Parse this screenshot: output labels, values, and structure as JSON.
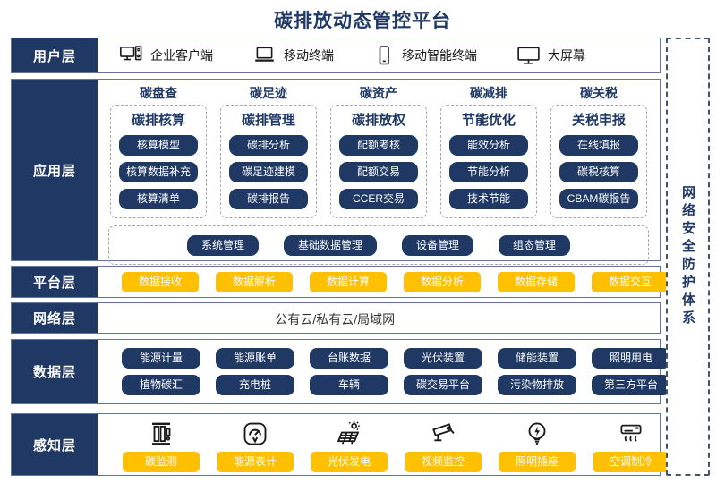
{
  "title": "碳排放动态管控平台",
  "colors": {
    "navy": "#1F3864",
    "yellow": "#FFC000",
    "border": "#64779E"
  },
  "layers": {
    "user": {
      "label": "用户层",
      "items": [
        {
          "icon": "desktop-icon",
          "label": "企业客户端"
        },
        {
          "icon": "laptop-icon",
          "label": "移动终端"
        },
        {
          "icon": "smartphone-icon",
          "label": "移动智能终端"
        },
        {
          "icon": "big-screen-icon",
          "label": "大屏幕"
        }
      ]
    },
    "application": {
      "label": "应用层",
      "columns": [
        {
          "header": "碳盘查",
          "subtitle": "碳排核算",
          "buttons": [
            "核算模型",
            "核算数据补充",
            "核算清单"
          ]
        },
        {
          "header": "碳足迹",
          "subtitle": "碳排管理",
          "buttons": [
            "碳排分析",
            "碳足迹建模",
            "碳排报告"
          ]
        },
        {
          "header": "碳资产",
          "subtitle": "碳排放权",
          "buttons": [
            "配额考核",
            "配额交易",
            "CCER交易"
          ]
        },
        {
          "header": "碳减排",
          "subtitle": "节能优化",
          "buttons": [
            "能效分析",
            "节能分析",
            "技术节能"
          ]
        },
        {
          "header": "碳关税",
          "subtitle": "关税申报",
          "buttons": [
            "在线填报",
            "碳税核算",
            "CBAM碳报告"
          ]
        }
      ],
      "common_buttons": [
        "系统管理",
        "基础数据管理",
        "设备管理",
        "组态管理"
      ]
    },
    "platform": {
      "label": "平台层",
      "buttons": [
        "数据接收",
        "数据解析",
        "数据计算",
        "数据分析",
        "数据存储",
        "数据交互"
      ]
    },
    "network": {
      "label": "网络层",
      "text": "公有云/私有云/局域网"
    },
    "data": {
      "label": "数据层",
      "rows": [
        [
          "能源计量",
          "能源账单",
          "台账数据",
          "光伏装置",
          "储能装置",
          "照明用电"
        ],
        [
          "植物碳汇",
          "充电桩",
          "车辆",
          "碳交易平台",
          "污染物排放",
          "第三方平台"
        ]
      ]
    },
    "perception": {
      "label": "感知层",
      "items": [
        {
          "icon": "carbon-monitor-icon",
          "label": "碳监测"
        },
        {
          "icon": "energy-meter-icon",
          "label": "能源表计"
        },
        {
          "icon": "solar-panel-icon",
          "label": "光伏发电"
        },
        {
          "icon": "cctv-camera-icon",
          "label": "视频监控"
        },
        {
          "icon": "light-bulb-icon",
          "label": "照明插座"
        },
        {
          "icon": "air-conditioner-icon",
          "label": "空调制冷"
        }
      ]
    }
  },
  "side_panel": {
    "text": "网络安全防护体系"
  }
}
